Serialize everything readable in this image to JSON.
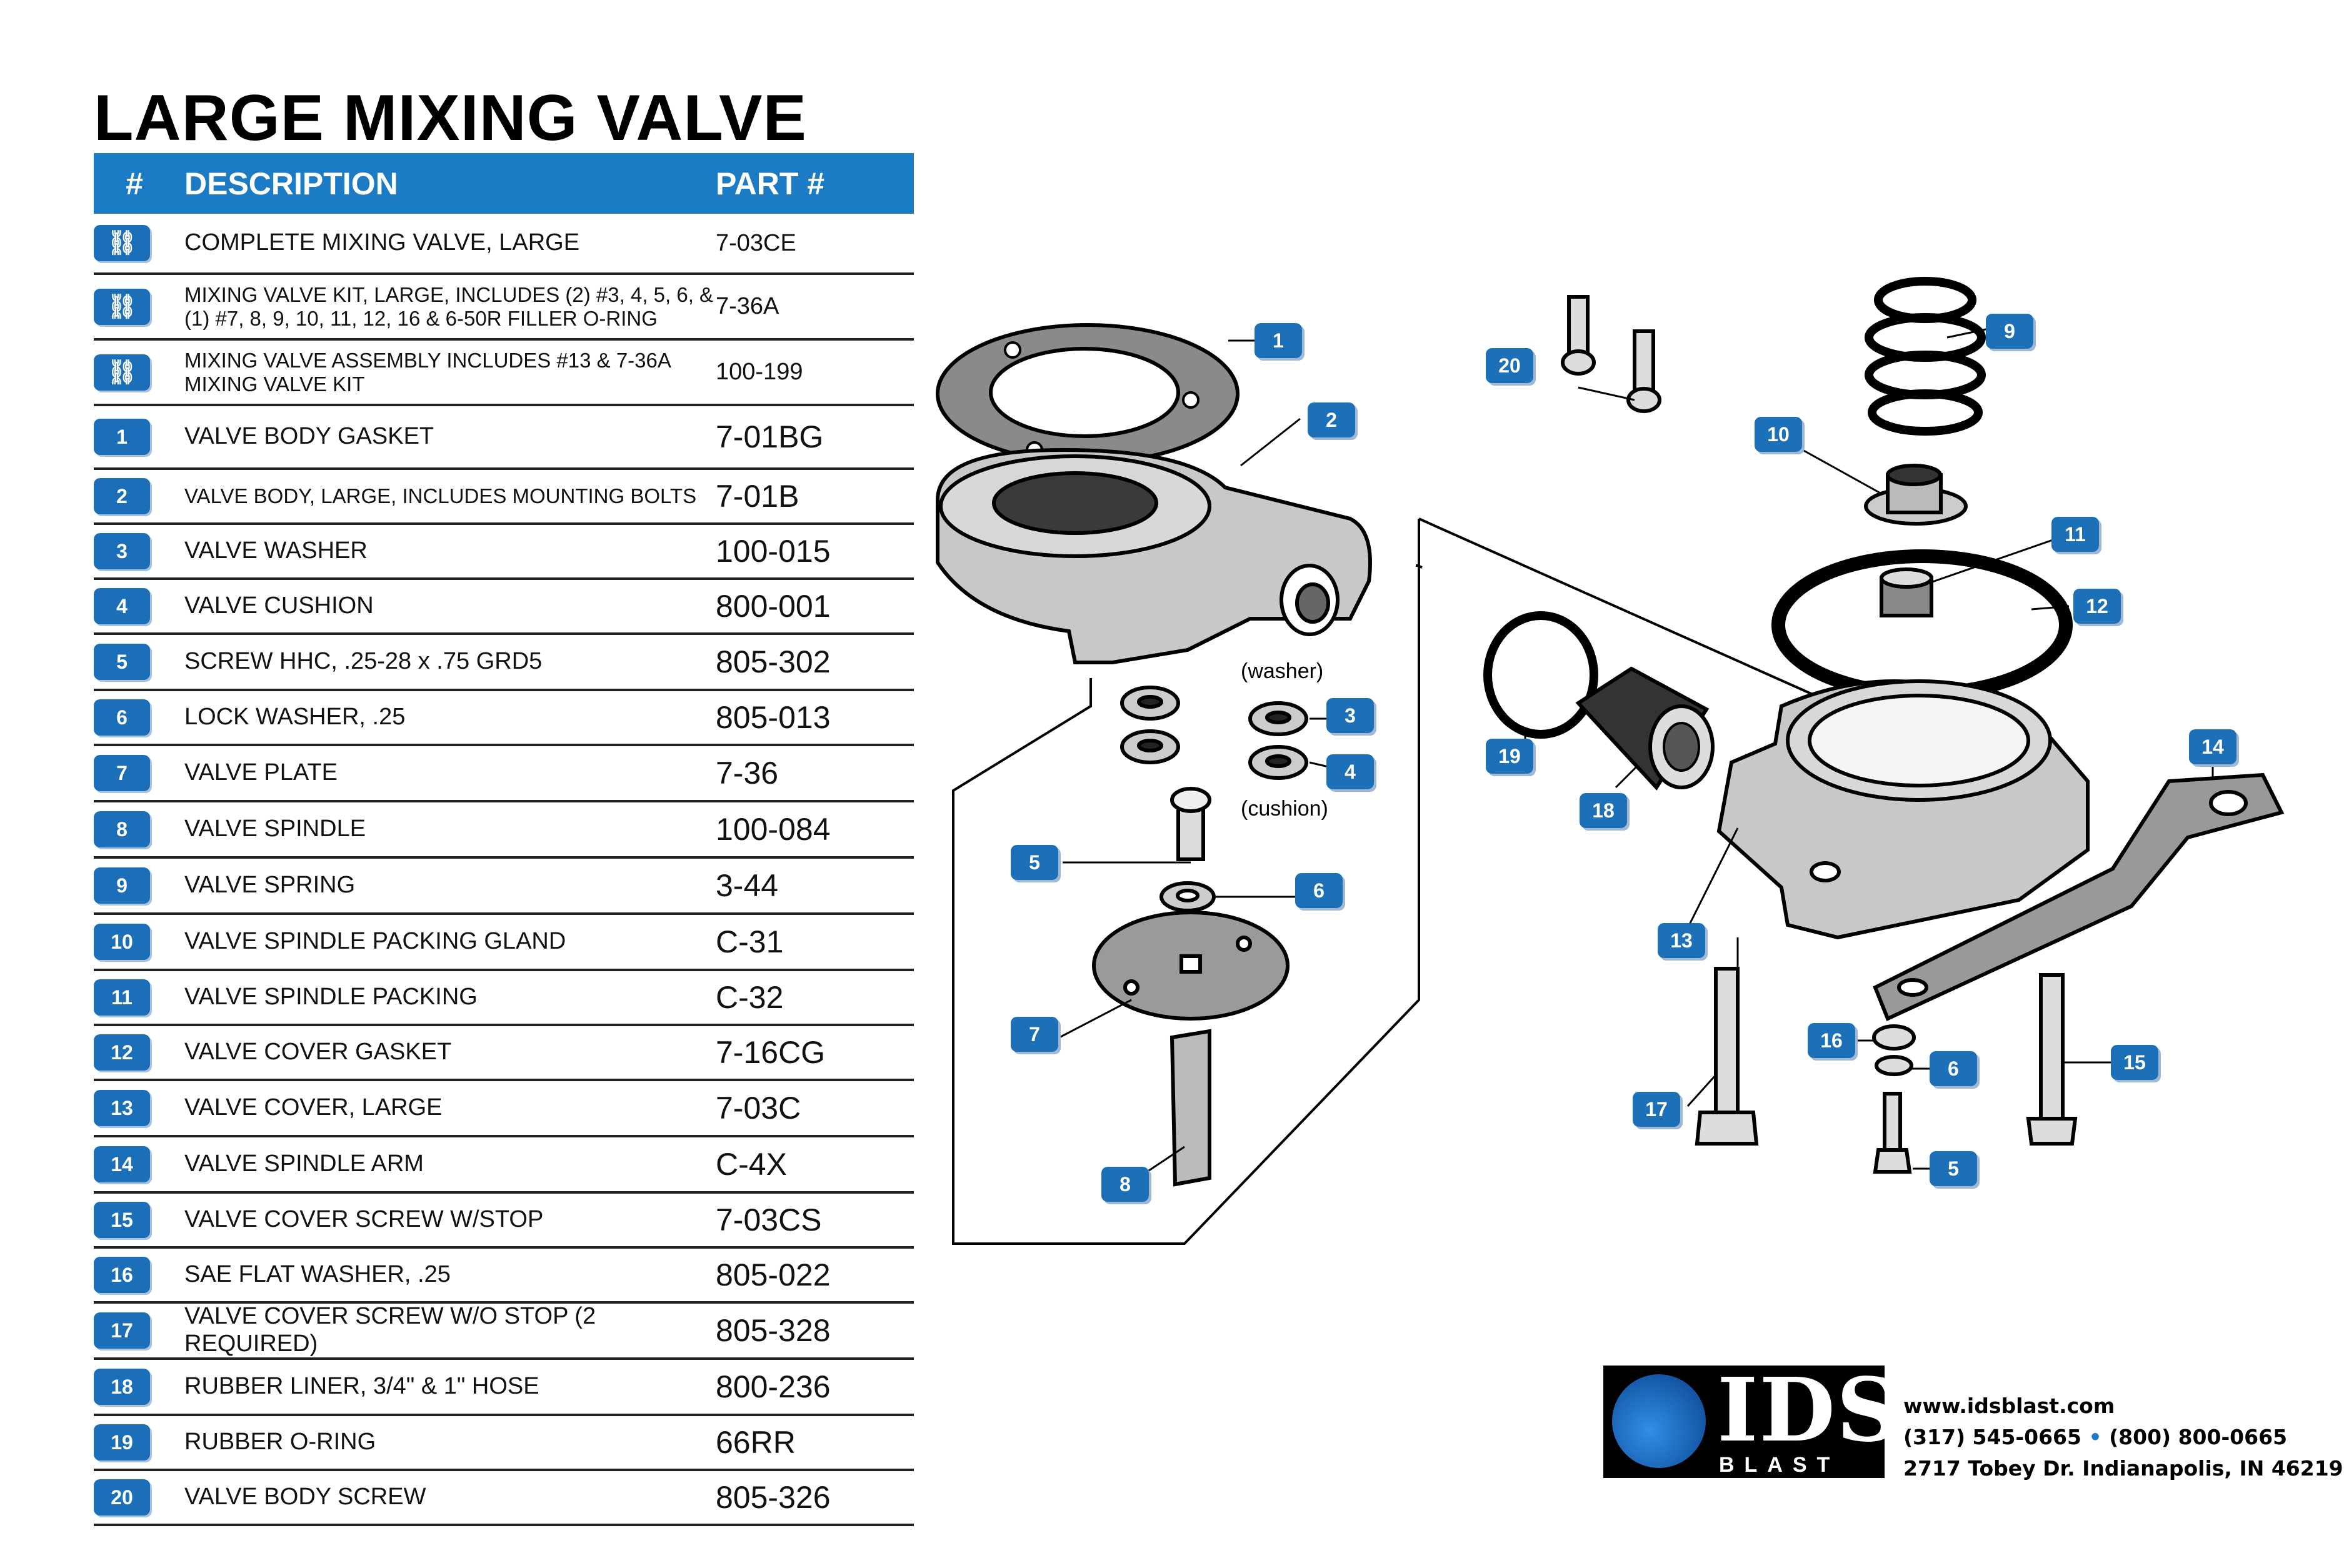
{
  "title": "LARGE MIXING VALVE",
  "table": {
    "headers": {
      "num": "#",
      "description": "DESCRIPTION",
      "part": "PART #"
    },
    "rows": [
      {
        "num": "",
        "icon": "link-icon",
        "description": "COMPLETE MIXING VALVE, LARGE",
        "part": "7-03CE"
      },
      {
        "num": "",
        "icon": "link-icon",
        "description": "MIXING VALVE KIT, LARGE, INCLUDES (2) #3, 4, 5, 6, & (1) #7, 8, 9, 10, 11, 12, 16 & 6-50R FILLER O-RING",
        "part": "7-36A"
      },
      {
        "num": "",
        "icon": "link-icon",
        "description": "MIXING VALVE ASSEMBLY INCLUDES #13 & 7-36A MIXING VALVE KIT",
        "part": "100-199"
      },
      {
        "num": "1",
        "description": "VALVE BODY GASKET",
        "part": "7-01BG"
      },
      {
        "num": "2",
        "description": "VALVE BODY, LARGE, INCLUDES MOUNTING BOLTS",
        "part": "7-01B"
      },
      {
        "num": "3",
        "description": "VALVE WASHER",
        "part": "100-015"
      },
      {
        "num": "4",
        "description": "VALVE CUSHION",
        "part": "800-001"
      },
      {
        "num": "5",
        "description": "SCREW HHC, .25-28 x .75 GRD5",
        "part": "805-302"
      },
      {
        "num": "6",
        "description": "LOCK WASHER, .25",
        "part": "805-013"
      },
      {
        "num": "7",
        "description": "VALVE PLATE",
        "part": "7-36"
      },
      {
        "num": "8",
        "description": "VALVE SPINDLE",
        "part": "100-084"
      },
      {
        "num": "9",
        "description": "VALVE SPRING",
        "part": "3-44"
      },
      {
        "num": "10",
        "description": "VALVE SPINDLE PACKING GLAND",
        "part": "C-31"
      },
      {
        "num": "11",
        "description": "VALVE SPINDLE PACKING",
        "part": "C-32"
      },
      {
        "num": "12",
        "description": "VALVE COVER GASKET",
        "part": "7-16CG"
      },
      {
        "num": "13",
        "description": "VALVE COVER, LARGE",
        "part": "7-03C"
      },
      {
        "num": "14",
        "description": "VALVE SPINDLE ARM",
        "part": "C-4X"
      },
      {
        "num": "15",
        "description": "VALVE COVER SCREW W/STOP",
        "part": "7-03CS"
      },
      {
        "num": "16",
        "description": "SAE FLAT WASHER, .25",
        "part": "805-022"
      },
      {
        "num": "17",
        "description": "VALVE COVER SCREW W/O STOP (2 REQUIRED)",
        "part": "805-328"
      },
      {
        "num": "18",
        "description": "RUBBER LINER, 3/4\" & 1\" HOSE",
        "part": "800-236"
      },
      {
        "num": "19",
        "description": "RUBBER O-RING",
        "part": "66RR"
      },
      {
        "num": "20",
        "description": "VALVE BODY SCREW",
        "part": "805-326"
      }
    ]
  },
  "diagram": {
    "labels": {
      "washer": "(washer)",
      "cushion": "(cushion)"
    },
    "callouts": [
      "1",
      "2",
      "3",
      "4",
      "5",
      "6",
      "7",
      "8",
      "9",
      "10",
      "11",
      "12",
      "13",
      "14",
      "15",
      "16",
      "6",
      "17",
      "5",
      "18",
      "19",
      "20"
    ]
  },
  "logo": {
    "main": "IDS",
    "sub": "BLAST"
  },
  "contact": {
    "website": "www.idsblast.com",
    "phone1": "(317) 545-0665",
    "separator": "•",
    "phone2": "(800) 800-0665",
    "address": "2717 Tobey Dr. Indianapolis, IN 46219"
  },
  "colors": {
    "accent": "#1b7bc4",
    "badge": "#1b6fb8",
    "part_fill": "#c8c8c8"
  }
}
